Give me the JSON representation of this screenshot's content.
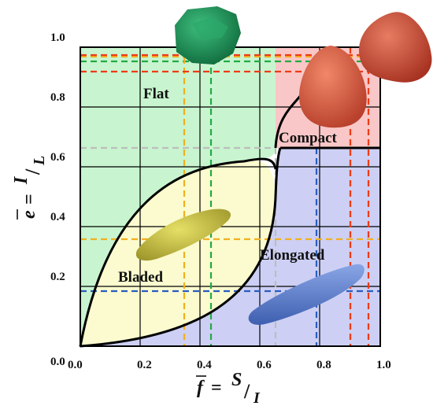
{
  "axes": {
    "x_ticks": [
      "0.0",
      "0.2",
      "0.4",
      "0.6",
      "0.8",
      "1.0"
    ],
    "y_ticks": [
      "0.0",
      "0.2",
      "0.4",
      "0.6",
      "0.8",
      "1.0"
    ],
    "x_label": {
      "var": "f",
      "eq": "=",
      "num": "S",
      "den": "I"
    },
    "y_label": {
      "var": "e",
      "eq": "=",
      "num": "I",
      "den": "L"
    }
  },
  "regions": {
    "flat": "Flat",
    "compact": "Compact",
    "bladed": "Bladed",
    "elongated": "Elongated"
  },
  "colors": {
    "flat": "#c8f5cf",
    "compact": "#f9c7c7",
    "bladed": "#fbfbcf",
    "elongated": "#cdd0f4",
    "grid": "#000000",
    "green_dash": "#22aa44",
    "orange_dash": "#f0b020",
    "red_dash": "#ee3b16",
    "blue_dash": "#2a5cc0",
    "gray_dash": "#bdbdbd",
    "particle_green": "#1f8a52",
    "particle_red": "#e0604a",
    "particle_yellow": "#c9c23a",
    "particle_blue": "#5b7ed0"
  }
}
